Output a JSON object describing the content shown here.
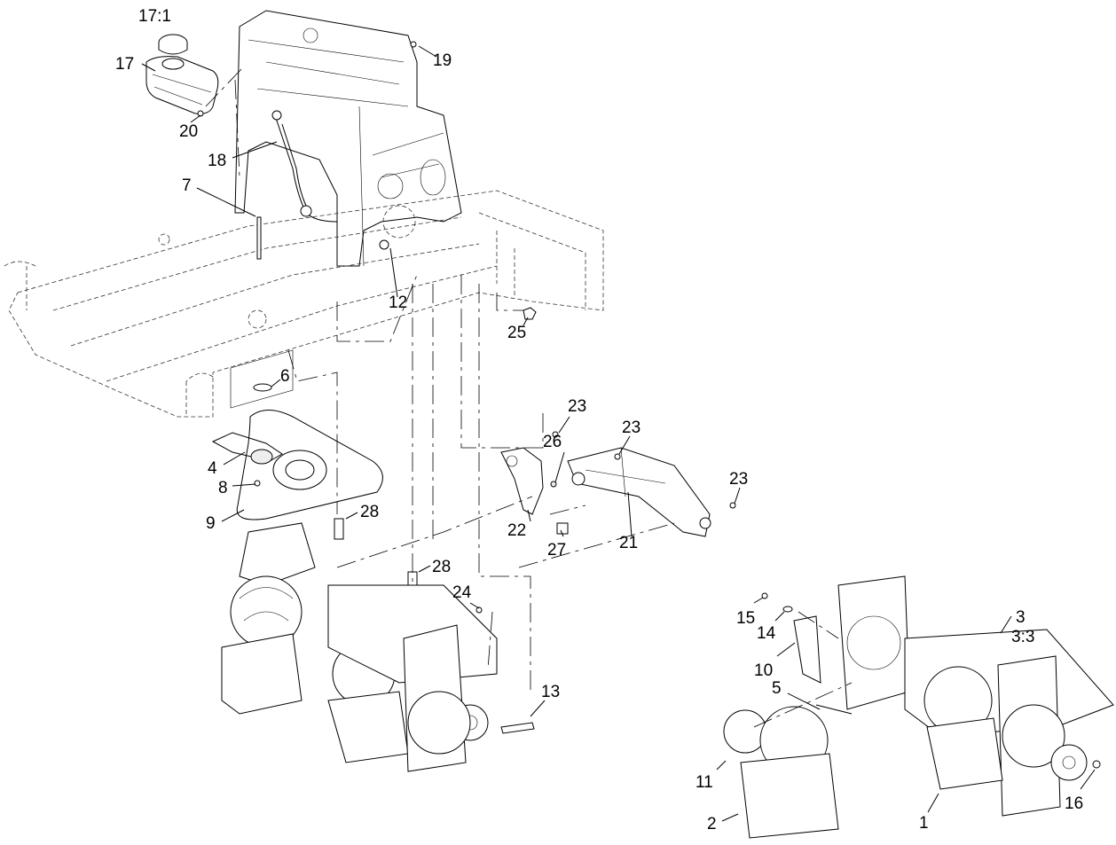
{
  "callouts": [
    {
      "id": "c-17-1",
      "text": "17:1"
    },
    {
      "id": "c-17",
      "text": "17"
    },
    {
      "id": "c-19",
      "text": "19"
    },
    {
      "id": "c-20",
      "text": "20"
    },
    {
      "id": "c-18",
      "text": "18"
    },
    {
      "id": "c-7",
      "text": "7"
    },
    {
      "id": "c-12",
      "text": "12"
    },
    {
      "id": "c-25",
      "text": "25"
    },
    {
      "id": "c-6",
      "text": "6"
    },
    {
      "id": "c-4",
      "text": "4"
    },
    {
      "id": "c-8",
      "text": "8"
    },
    {
      "id": "c-9",
      "text": "9"
    },
    {
      "id": "c-28a",
      "text": "28"
    },
    {
      "id": "c-28b",
      "text": "28"
    },
    {
      "id": "c-23a",
      "text": "23"
    },
    {
      "id": "c-23b",
      "text": "23"
    },
    {
      "id": "c-23c",
      "text": "23"
    },
    {
      "id": "c-26",
      "text": "26"
    },
    {
      "id": "c-22",
      "text": "22"
    },
    {
      "id": "c-27",
      "text": "27"
    },
    {
      "id": "c-21",
      "text": "21"
    },
    {
      "id": "c-24",
      "text": "24"
    },
    {
      "id": "c-13",
      "text": "13"
    },
    {
      "id": "c-15",
      "text": "15"
    },
    {
      "id": "c-14",
      "text": "14"
    },
    {
      "id": "c-3",
      "text": "3"
    },
    {
      "id": "c-3-3",
      "text": "3:3"
    },
    {
      "id": "c-10",
      "text": "10"
    },
    {
      "id": "c-5",
      "text": "5"
    },
    {
      "id": "c-11",
      "text": "11"
    },
    {
      "id": "c-16",
      "text": "16"
    },
    {
      "id": "c-2",
      "text": "2"
    },
    {
      "id": "c-1",
      "text": "1"
    }
  ]
}
